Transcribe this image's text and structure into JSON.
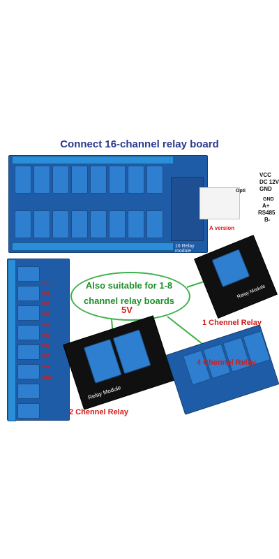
{
  "title": "Connect 16-channel relay board",
  "board16": {
    "silk": "16 Relay module",
    "labels": {
      "vcc": "VCC",
      "dc12v": "DC 12V",
      "gnd": "GND",
      "opti": "Opti",
      "gnd2": "GND",
      "a_plus": "A+",
      "rs485": "RS485",
      "b_minus": "B-",
      "a_version": "A version"
    }
  },
  "callout": {
    "text_line1": "Also suitable for 1-8",
    "text_line2": "channel relay boards",
    "voltage": "5V"
  },
  "module_labels": {
    "one_channel_top": "1 Chennel Relay",
    "one_channel_mid": "4 Chennel Relay",
    "two_channel": "2 Chennel Relay",
    "relay_module_silk": "Relay Module"
  },
  "pins_8ch": [
    "VCC",
    "IN1",
    "IN2",
    "IN3",
    "IN4",
    "IN5",
    "IN6",
    "IN7",
    "IN8",
    "GND"
  ],
  "colors": {
    "title": "#2b3a8f",
    "board_blue": "#1f5ca8",
    "relay_blue": "#2f7fd0",
    "callout_green": "#3db24a",
    "label_red": "#d11c1c"
  }
}
